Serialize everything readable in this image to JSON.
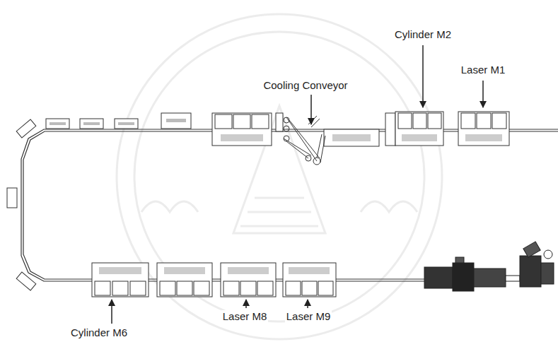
{
  "diagram": {
    "labels": [
      "Cylinder M2",
      "Laser M1",
      "Cooling Conveyor",
      "Laser M8",
      "Laser M9",
      "Cylinder M6"
    ]
  }
}
